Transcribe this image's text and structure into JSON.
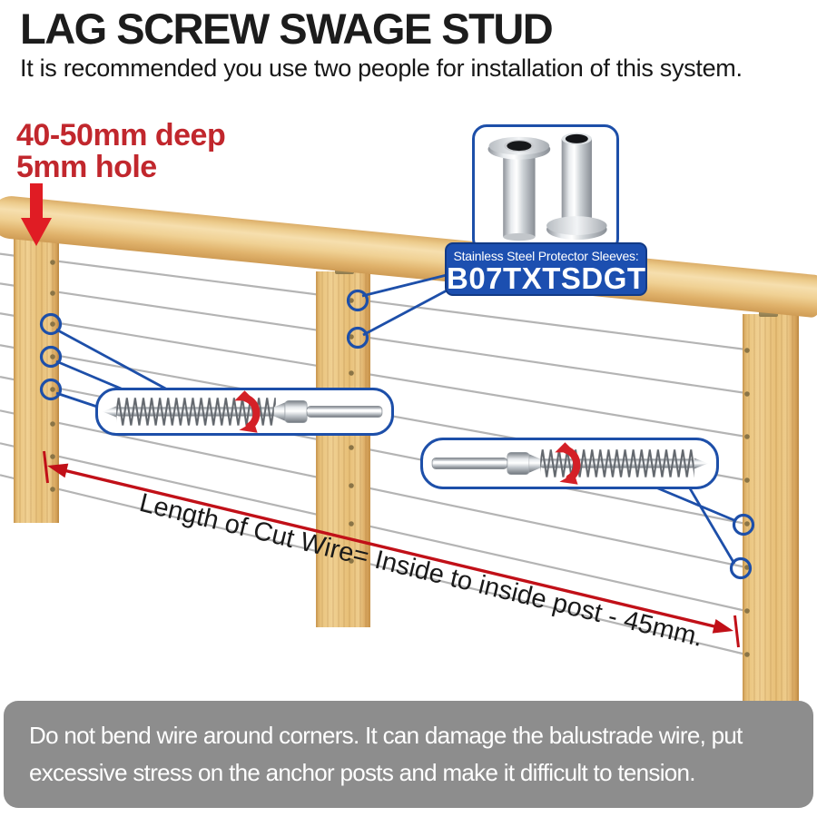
{
  "header": {
    "title": "LAG SCREW SWAGE STUD",
    "subtitle": "It is recommended you use two people for installation of this system."
  },
  "drill_note": {
    "line1": "40-50mm deep",
    "line2": "5mm hole"
  },
  "sleeve_callout": {
    "label": "Stainless Steel Protector Sleeves:",
    "code": "B07TXTSDGT"
  },
  "dimension_note": {
    "text": "Length of Cut Wire= Inside to inside post - 45mm."
  },
  "warning": {
    "line1": "Do not bend wire around corners. It can damage the balustrade wire, put",
    "line2": "excessive stress on the anchor posts and make it difficult to tension."
  },
  "colors": {
    "accent_blue": "#1d4fa9",
    "callout_fill_blue": "#1c4fb0",
    "note_red": "#c1272d",
    "arrow_red": "#e01c24",
    "dimension_red": "#c11018",
    "wood_tan": "#e9c37e",
    "wire_gray": "#b4b4b4",
    "panel_gray": "#8d8d8d"
  },
  "icons": {
    "down_arrow": "solid red insertion arrow",
    "rotate_arrow": "red curved rotation arrow",
    "circle_marker": "blue hole marker ring",
    "dimension_arrow": "red double-headed dimension line"
  }
}
